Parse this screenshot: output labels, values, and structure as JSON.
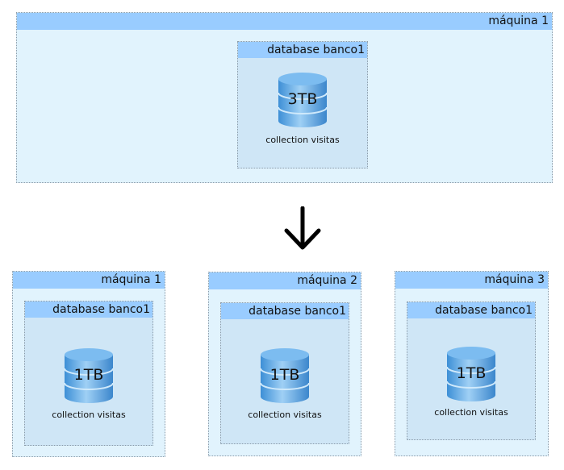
{
  "before": {
    "machine": "máquina 1",
    "database": "database banco1",
    "size": "3TB",
    "collection": "collection visitas"
  },
  "after": [
    {
      "machine": "máquina 1",
      "database": "database banco1",
      "size": "1TB",
      "collection": "collection visitas"
    },
    {
      "machine": "máquina 2",
      "database": "database banco1",
      "size": "1TB",
      "collection": "collection visitas"
    },
    {
      "machine": "máquina 3",
      "database": "database banco1",
      "size": "1TB",
      "collection": "collection visitas"
    }
  ],
  "colors": {
    "header": "#99ccff",
    "machine_bg": "#e1f3fd",
    "db_bg": "#cfe6f6"
  }
}
